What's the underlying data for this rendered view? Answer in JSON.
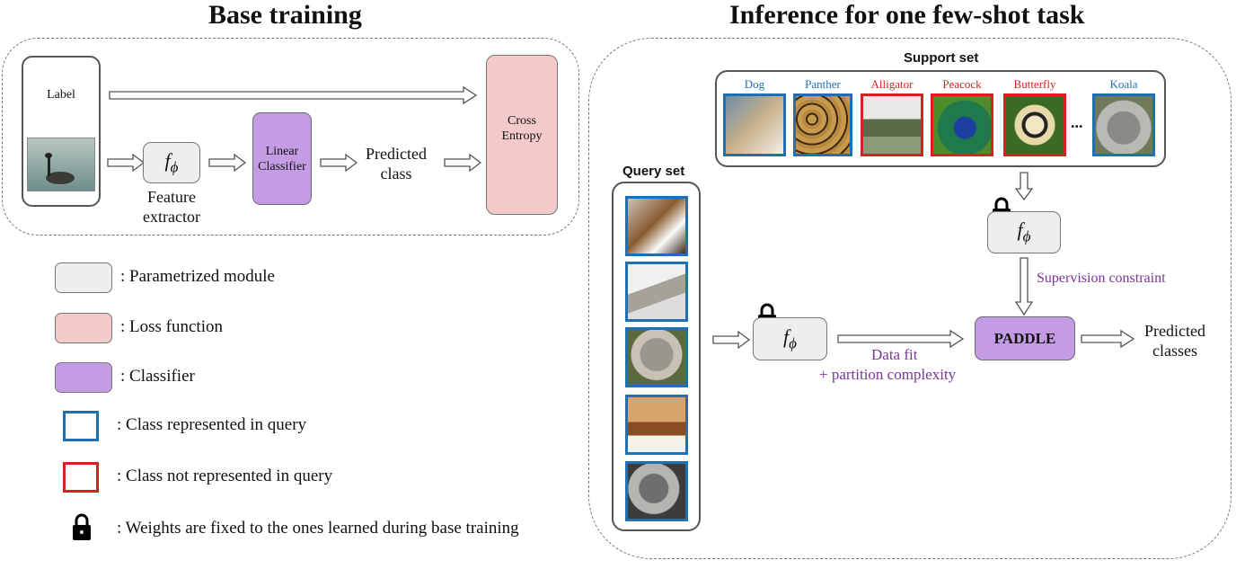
{
  "base_training": {
    "title": "Base training",
    "label": "Label",
    "feature_extractor": "Feature\nextractor",
    "linear_classifier": "Linear\nClassifier",
    "predicted_class": "Predicted\nclass",
    "cross_entropy": "Cross\nEntropy"
  },
  "inference": {
    "title": "Inference for one few-shot task",
    "support_set": "Support set",
    "query_set": "Query set",
    "support_classes": [
      {
        "name": "Dog",
        "represented": true
      },
      {
        "name": "Panther",
        "represented": true
      },
      {
        "name": "Alligator",
        "represented": false
      },
      {
        "name": "Peacock",
        "represented": false
      },
      {
        "name": "Butterfly",
        "represented": false
      },
      {
        "name": "Koala",
        "represented": true
      }
    ],
    "ellipsis": "...",
    "supervision_constraint": "Supervision constraint",
    "data_fit": "Data fit",
    "partition_complexity": "+ partition complexity",
    "paddle": "PADDLE",
    "predicted_classes": "Predicted\nclasses"
  },
  "legend": {
    "parametrized_module": ": Parametrized module",
    "loss_function": ": Loss function",
    "classifier": ": Classifier",
    "class_represented": ": Class represented in query",
    "class_not_represented": ": Class not represented in query",
    "weights_fixed": ": Weights are fixed to the ones learned during base training"
  },
  "colors": {
    "represented": "#1f6fb5",
    "not_represented": "#d92020",
    "classifier": "#c49ce6",
    "loss": "#f3c9c9",
    "module": "#eeeeee",
    "annotation": "#7a3598"
  },
  "icons": [
    "lock-icon",
    "hollow-arrow-icon"
  ]
}
